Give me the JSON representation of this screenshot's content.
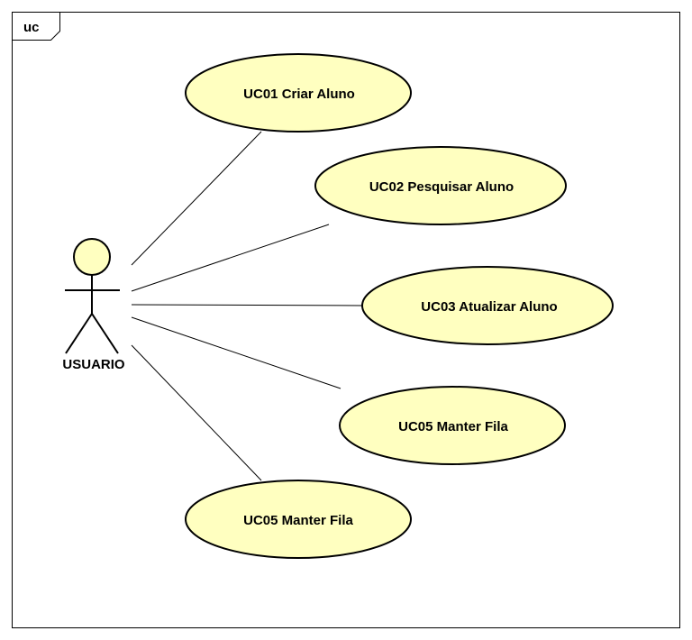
{
  "diagram": {
    "frame_label": "uc",
    "actor": {
      "name": "USUARIO"
    },
    "use_cases": [
      {
        "label": "UC01 Criar Aluno"
      },
      {
        "label": "UC02 Pesquisar Aluno"
      },
      {
        "label": "UC03 Atualizar Aluno"
      },
      {
        "label": "UC05 Manter Fila"
      },
      {
        "label": "UC05 Manter Fila"
      }
    ],
    "colors": {
      "use_case_fill": "#ffffc0",
      "actor_head_fill": "#ffffc0",
      "stroke": "#000000"
    }
  }
}
